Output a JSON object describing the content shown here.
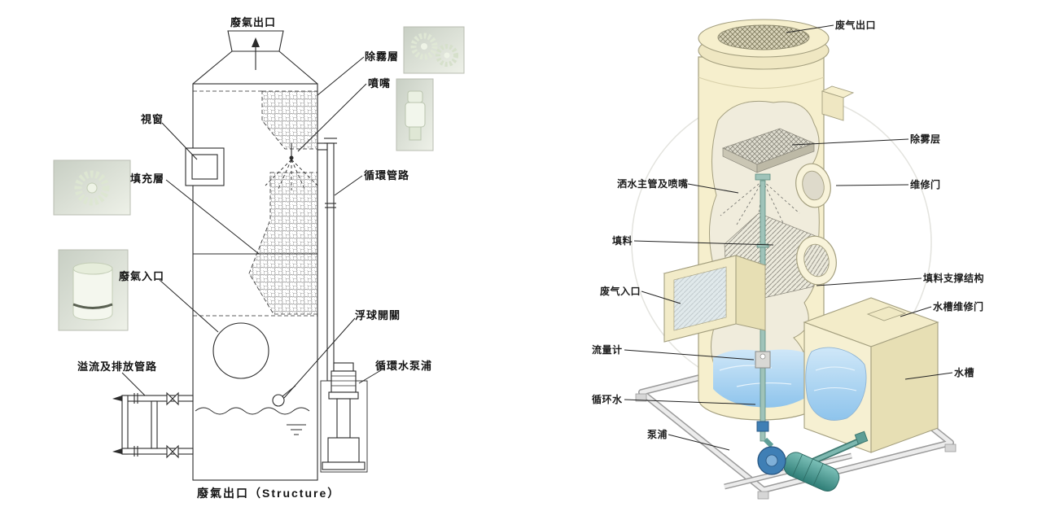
{
  "left_panel": {
    "caption": "廢氣出口（Structure）",
    "labels": {
      "outlet_top": "廢氣出口",
      "demister": "除霧層",
      "nozzle": "噴嘴",
      "window": "視窗",
      "packing": "填充層",
      "circulation_pipe": "循環管路",
      "gas_inlet": "廢氣入口",
      "float_switch": "浮球開關",
      "overflow_drain_pipe": "溢流及排放管路",
      "circulation_pump": "循環水泵浦"
    }
  },
  "right_panel": {
    "labels": {
      "gas_outlet": "废气出口",
      "demister": "除雾层",
      "maintenance_door": "维修门",
      "spray_header_nozzles": "洒水主管及喷嘴",
      "packing": "填料",
      "packing_support": "填料支撑结构",
      "tank_maintenance_door": "水槽维修门",
      "gas_inlet": "废气入口",
      "water_tank": "水槽",
      "flow_meter": "流量计",
      "circulation_water": "循环水",
      "pump": "泵浦"
    }
  },
  "colors": {
    "line": "#2b2b2b",
    "tower_cream": "#f6efcd",
    "tower_shade": "#e7dfb4",
    "water_blue": "#8ec4ec",
    "pump_volute_blue": "#3f7fb5",
    "pump_motor_teal": "#4ba39a",
    "pipe_teal": "#9fc3b9"
  }
}
